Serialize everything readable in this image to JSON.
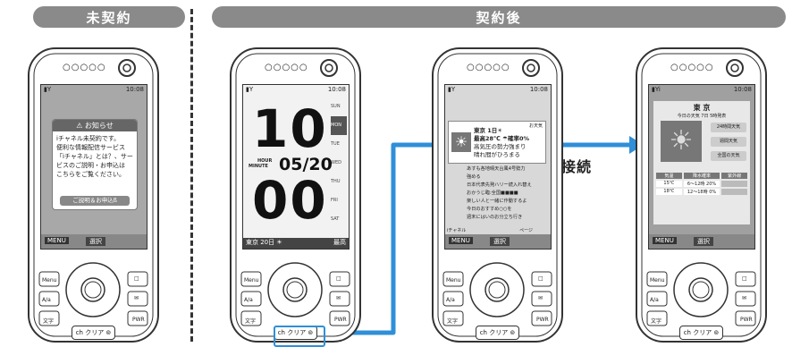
{
  "headers": {
    "before": "未契約",
    "after": "契約後"
  },
  "connection_label": "接続",
  "status_time": "10:08",
  "softkeys": {
    "menu": "MENU",
    "select": "選択"
  },
  "keys": {
    "menu": "Menu",
    "book": "□",
    "mail": "✉",
    "clear": "ch クリア ⊚",
    "aa": "A/a",
    "moji": "文字",
    "pwr": "PWR"
  },
  "phone1": {
    "notice_title": "⚠ お知らせ",
    "notice_lines": [
      "iチャネル未契約です。",
      "便利な情報配信サービス",
      "「iチャネル」とは？、サー",
      "ビスのご説明・お申込は",
      "こちらをご覧ください。"
    ],
    "notice_button": "ご説明＆お申込ß"
  },
  "phone2": {
    "hour": "10",
    "minute": "00",
    "hour_label": "HOUR",
    "minute_label": "MINUTE",
    "date": "05/20",
    "weekdays": [
      "SUN",
      "MON",
      "TUE",
      "WED",
      "THU",
      "FRI",
      "SAT"
    ],
    "ticker": "東京 20日 ☀",
    "ticker_tail": "最高"
  },
  "phone3": {
    "badge": "お天気",
    "title": "東京 1日☀",
    "lines": [
      "最高28℃ ☂確率0%",
      "高気圧の勢力強まり",
      "晴れ間がひろまる"
    ],
    "items": [
      "あすも各地晴天台風4号勢力",
      "強める",
      "日本代表先発ハリー続入れ替え",
      "おかうじ臨:全国■■■■",
      "楽しい人と一緒に作動するよ",
      "今日のおすすめ○○を",
      "週末にはいのお分立ち行き"
    ],
    "footer_left": "iチャネル",
    "footer_right": "ページ"
  },
  "phone4": {
    "city": "東 京",
    "subtitle": "今日の天気 7日 5時発表",
    "buttons": [
      "24時間天気",
      "週間天気",
      "全国の天気"
    ],
    "table_headers": [
      "気温",
      "降水確率",
      "紫外線"
    ],
    "temps": [
      "15℃",
      "18℃"
    ],
    "rain": [
      "6〜12時 20%",
      "12〜18時 0%"
    ]
  }
}
